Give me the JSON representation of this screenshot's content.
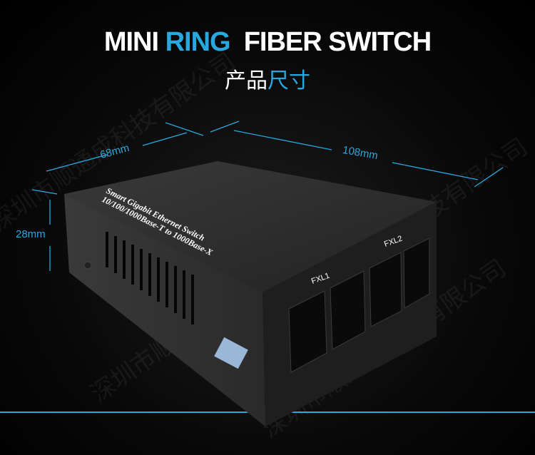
{
  "title": {
    "part1": "MINI ",
    "accent": "RING",
    "part2": "  FIBER SWITCH"
  },
  "subtitle": {
    "part1": "产品",
    "accent": "尺寸"
  },
  "dimensions": {
    "width": "68mm",
    "length": "108mm",
    "height": "28mm"
  },
  "device": {
    "label_line1": "Smart Gigabit Ethernet Switch",
    "label_line2": "10/100/1000Base-T to 1000Base-X",
    "port1": "FXL1",
    "port2": "FXL2"
  },
  "watermark": "深圳市顺通成科技有限公司",
  "colors": {
    "accent": "#29a8e0",
    "background": "#000000"
  }
}
